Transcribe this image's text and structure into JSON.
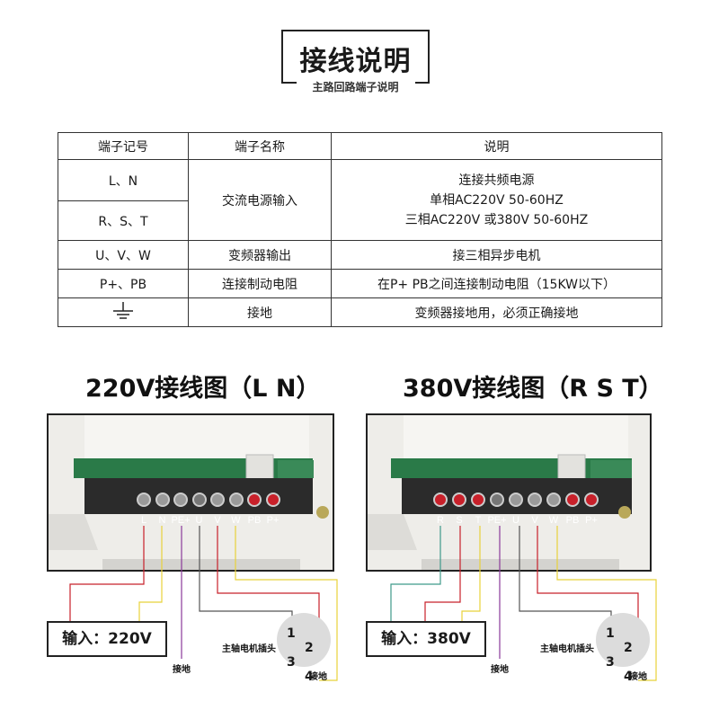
{
  "header": {
    "title": "接线说明",
    "subtitle": "主路回路端子说明"
  },
  "table": {
    "headers": [
      "端子记号",
      "端子名称",
      "说明"
    ],
    "rows": [
      {
        "mark": "L、N"
      },
      {
        "mark": "R、S、T"
      },
      {
        "mark": "U、V、W",
        "name": "变频器输出",
        "desc": "接三相异步电机"
      },
      {
        "mark": "P+、PB",
        "name": "连接制动电阻",
        "desc": "在P+ PB之间连接制动电阻（15KW以下）"
      },
      {
        "mark_icon": "ground-symbol-icon",
        "name": "接地",
        "desc": "变频器接地用，必须正确接地"
      }
    ],
    "power_name": "交流电源输入",
    "power_desc": [
      "连接共频电源",
      "单相AC220V 50-60HZ",
      "三相AC220V 或380V 50-60HZ"
    ]
  },
  "diagram_left": {
    "title": "220V接线图（L N）",
    "terminals": [
      "L",
      "N",
      "PE+",
      "U",
      "V",
      "W",
      "PB",
      "P+"
    ],
    "input_label": "输入：220V",
    "ground_label": "接地",
    "plug_label": "主轴电机插头",
    "plug_pins": [
      "1",
      "2",
      "3",
      "4"
    ],
    "plug_ground_label": "接地"
  },
  "diagram_right": {
    "title": "380V接线图（R S T）",
    "terminals": [
      "R",
      "S",
      "T",
      "PE+",
      "U",
      "V",
      "W",
      "PB",
      "P+"
    ],
    "input_label": "输入：380V",
    "ground_label": "接地",
    "plug_label": "主轴电机插头",
    "plug_pins": [
      "1",
      "2",
      "3",
      "4"
    ],
    "plug_ground_label": "接地"
  },
  "colors": {
    "wire_red": "#c8202a",
    "wire_yellow": "#e8d23a",
    "wire_purple": "#8a3a9a",
    "wire_gray": "#555555",
    "wire_teal": "#3f9a8a",
    "board_green": "#2a7a48"
  }
}
